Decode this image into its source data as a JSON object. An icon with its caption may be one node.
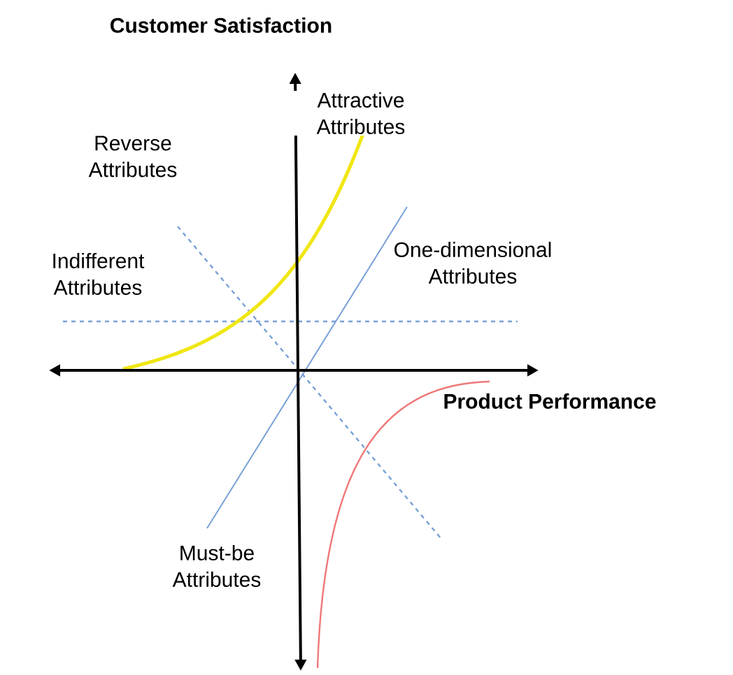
{
  "diagram": {
    "labels": [
      "Customer Satisfaction",
      "Attractive Attributes",
      "Reverse Attributes",
      "Indifferent Attributes",
      "One-dimensional Attributes",
      "Product Performance",
      "Must-be Attributes"
    ]
  }
}
